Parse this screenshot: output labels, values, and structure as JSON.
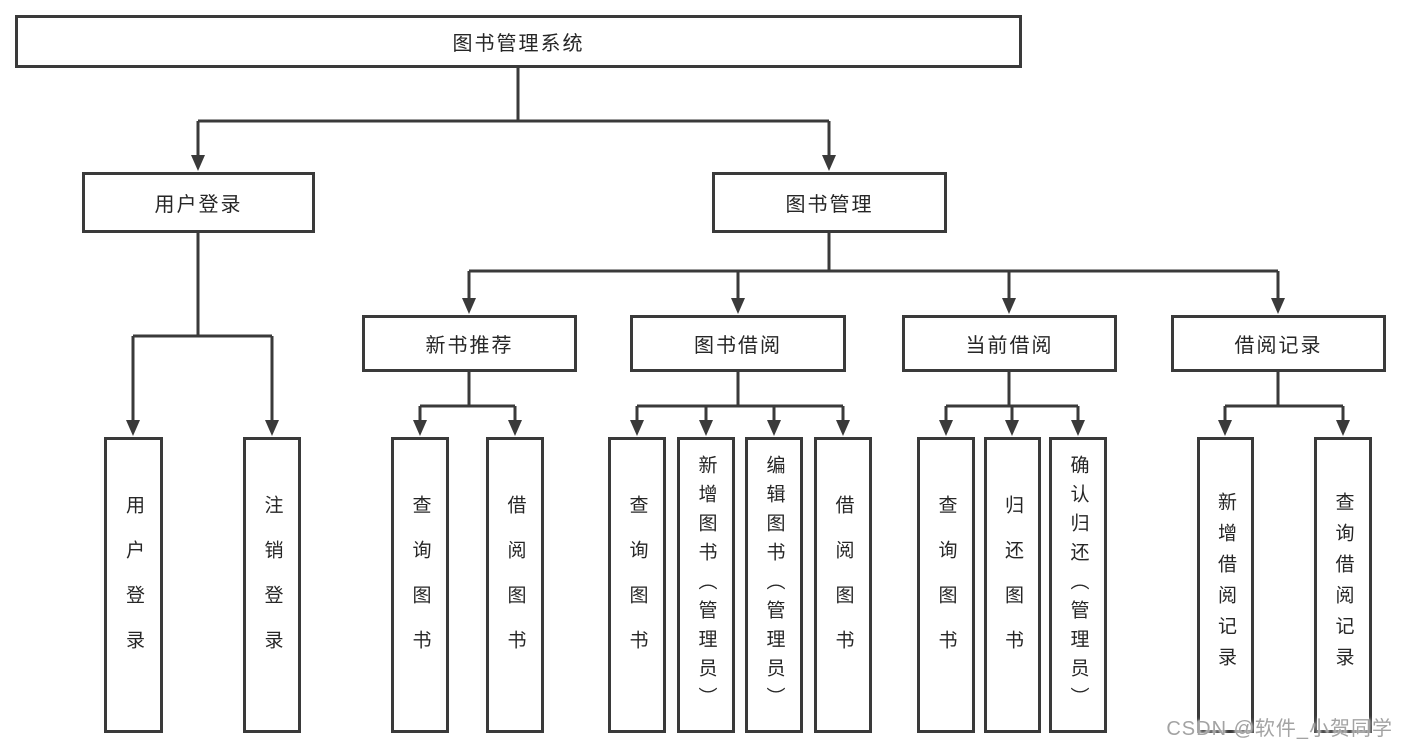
{
  "root": {
    "label": "图书管理系统"
  },
  "branches": [
    {
      "label": "用户登录",
      "children": [
        {
          "label": "用户登录"
        },
        {
          "label": "注销登录"
        }
      ]
    },
    {
      "label": "图书管理",
      "children": [
        {
          "label": "新书推荐",
          "children": [
            {
              "label": "查询图书"
            },
            {
              "label": "借阅图书"
            }
          ]
        },
        {
          "label": "图书借阅",
          "children": [
            {
              "label": "查询图书"
            },
            {
              "label": "新增图书（管理员）"
            },
            {
              "label": "编辑图书（管理员）"
            },
            {
              "label": "借阅图书"
            }
          ]
        },
        {
          "label": "当前借阅",
          "children": [
            {
              "label": "查询图书"
            },
            {
              "label": "归还图书"
            },
            {
              "label": "确认归还（管理员）"
            }
          ]
        },
        {
          "label": "借阅记录",
          "children": [
            {
              "label": "新增借阅记录"
            },
            {
              "label": "查询借阅记录"
            }
          ]
        }
      ]
    }
  ],
  "watermark": "CSDN @软件_小贺同学",
  "colors": {
    "line": "#3a3a3a",
    "text": "#262626",
    "watermark": "#a3a3a3",
    "background": "#ffffff"
  }
}
